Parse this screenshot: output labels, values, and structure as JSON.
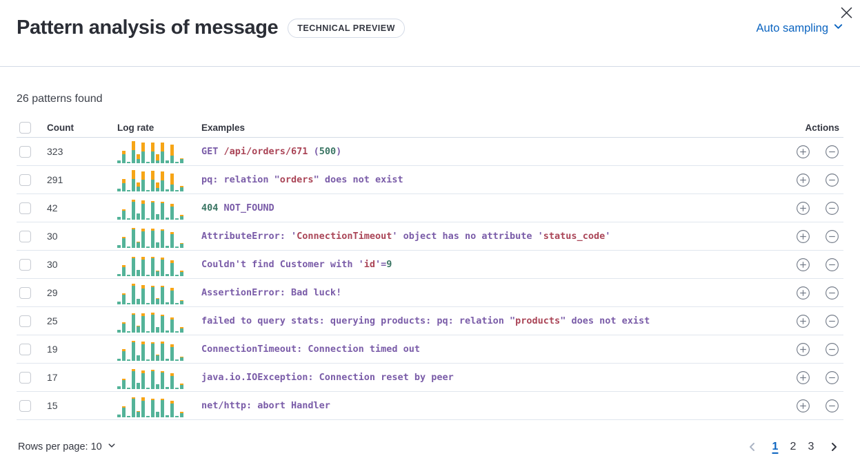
{
  "palette": {
    "purple": "#7A5CA8",
    "red": "#AA4557",
    "teal": "#3A7563",
    "bar_green": "#54B399",
    "bar_orange": "#F6A516",
    "link_blue": "#0B64C0",
    "icon_gray": "#757D8A",
    "disabled_gray": "#ABB4C4"
  },
  "header": {
    "title": "Pattern analysis of message",
    "badge": "TECHNICAL PREVIEW",
    "sampling_label": "Auto sampling"
  },
  "summary": "26 patterns found",
  "table": {
    "columns": {
      "count": "Count",
      "log_rate": "Log rate",
      "examples": "Examples",
      "actions": "Actions"
    },
    "rows": [
      {
        "count": "323",
        "sparkline": [
          [
            4,
            0
          ],
          [
            13,
            5
          ],
          [
            2,
            0
          ],
          [
            19,
            13
          ],
          [
            6,
            7
          ],
          [
            17,
            13
          ],
          [
            2,
            0
          ],
          [
            17,
            13
          ],
          [
            4,
            9
          ],
          [
            17,
            13
          ],
          [
            4,
            0
          ],
          [
            11,
            16
          ],
          [
            2,
            0
          ],
          [
            6,
            1
          ]
        ],
        "example": [
          [
            "GET ",
            "purple"
          ],
          [
            "/api/orders/671",
            "red"
          ],
          [
            " (",
            "purple"
          ],
          [
            "500",
            "teal"
          ],
          [
            ")",
            "purple"
          ]
        ]
      },
      {
        "count": "291",
        "sparkline": [
          [
            4,
            0
          ],
          [
            12,
            6
          ],
          [
            2,
            0
          ],
          [
            18,
            13
          ],
          [
            7,
            6
          ],
          [
            17,
            12
          ],
          [
            2,
            0
          ],
          [
            17,
            13
          ],
          [
            5,
            8
          ],
          [
            16,
            13
          ],
          [
            3,
            0
          ],
          [
            10,
            16
          ],
          [
            2,
            0
          ],
          [
            6,
            2
          ]
        ],
        "example": [
          [
            "pq: relation \"",
            "purple"
          ],
          [
            "orders",
            "red"
          ],
          [
            "\" does not exist",
            "purple"
          ]
        ]
      },
      {
        "count": "42",
        "sparkline": [
          [
            4,
            0
          ],
          [
            13,
            2
          ],
          [
            2,
            0
          ],
          [
            26,
            3
          ],
          [
            9,
            0
          ],
          [
            23,
            5
          ],
          [
            2,
            0
          ],
          [
            25,
            2
          ],
          [
            8,
            0
          ],
          [
            24,
            2
          ],
          [
            3,
            0
          ],
          [
            19,
            4
          ],
          [
            2,
            0
          ],
          [
            5,
            2
          ]
        ],
        "example": [
          [
            "404",
            "teal"
          ],
          [
            " NOT_FOUND",
            "purple"
          ]
        ]
      },
      {
        "count": "30",
        "sparkline": [
          [
            4,
            0
          ],
          [
            14,
            2
          ],
          [
            2,
            0
          ],
          [
            27,
            2
          ],
          [
            8,
            1
          ],
          [
            24,
            4
          ],
          [
            2,
            0
          ],
          [
            25,
            3
          ],
          [
            8,
            0
          ],
          [
            25,
            2
          ],
          [
            3,
            0
          ],
          [
            20,
            3
          ],
          [
            2,
            0
          ],
          [
            6,
            1
          ]
        ],
        "example": [
          [
            "AttributeError: '",
            "purple"
          ],
          [
            "ConnectionTimeout",
            "red"
          ],
          [
            "' object has no attribute '",
            "purple"
          ],
          [
            "status_code",
            "red"
          ],
          [
            "'",
            "purple"
          ]
        ]
      },
      {
        "count": "30",
        "sparkline": [
          [
            3,
            0
          ],
          [
            13,
            3
          ],
          [
            2,
            0
          ],
          [
            26,
            2
          ],
          [
            9,
            0
          ],
          [
            24,
            4
          ],
          [
            2,
            0
          ],
          [
            26,
            2
          ],
          [
            7,
            1
          ],
          [
            24,
            3
          ],
          [
            3,
            0
          ],
          [
            19,
            4
          ],
          [
            2,
            0
          ],
          [
            6,
            2
          ]
        ],
        "example": [
          [
            "Couldn't find Customer with '",
            "purple"
          ],
          [
            "id",
            "red"
          ],
          [
            "'=",
            "purple"
          ],
          [
            "9",
            "teal"
          ]
        ]
      },
      {
        "count": "29",
        "sparkline": [
          [
            4,
            0
          ],
          [
            14,
            2
          ],
          [
            2,
            0
          ],
          [
            27,
            3
          ],
          [
            8,
            0
          ],
          [
            23,
            5
          ],
          [
            2,
            0
          ],
          [
            25,
            2
          ],
          [
            8,
            1
          ],
          [
            25,
            2
          ],
          [
            3,
            0
          ],
          [
            20,
            4
          ],
          [
            2,
            0
          ],
          [
            5,
            1
          ]
        ],
        "example": [
          [
            "AssertionError: Bad luck!",
            "purple"
          ]
        ]
      },
      {
        "count": "25",
        "sparkline": [
          [
            4,
            0
          ],
          [
            13,
            2
          ],
          [
            2,
            0
          ],
          [
            26,
            2
          ],
          [
            9,
            1
          ],
          [
            24,
            4
          ],
          [
            2,
            0
          ],
          [
            26,
            3
          ],
          [
            8,
            0
          ],
          [
            24,
            2
          ],
          [
            3,
            0
          ],
          [
            19,
            3
          ],
          [
            2,
            0
          ],
          [
            6,
            2
          ]
        ],
        "example": [
          [
            "failed to query stats: querying products: pq: relation \"",
            "purple"
          ],
          [
            "products",
            "red"
          ],
          [
            "\" does not exist",
            "purple"
          ]
        ]
      },
      {
        "count": "19",
        "sparkline": [
          [
            3,
            0
          ],
          [
            14,
            3
          ],
          [
            2,
            0
          ],
          [
            27,
            2
          ],
          [
            8,
            0
          ],
          [
            24,
            4
          ],
          [
            2,
            0
          ],
          [
            25,
            2
          ],
          [
            8,
            1
          ],
          [
            25,
            3
          ],
          [
            3,
            0
          ],
          [
            20,
            4
          ],
          [
            2,
            0
          ],
          [
            5,
            1
          ]
        ],
        "example": [
          [
            "ConnectionTimeout: Connection timed out",
            "purple"
          ]
        ]
      },
      {
        "count": "17",
        "sparkline": [
          [
            4,
            0
          ],
          [
            13,
            2
          ],
          [
            2,
            0
          ],
          [
            26,
            3
          ],
          [
            9,
            0
          ],
          [
            23,
            4
          ],
          [
            2,
            0
          ],
          [
            26,
            2
          ],
          [
            7,
            0
          ],
          [
            24,
            2
          ],
          [
            3,
            0
          ],
          [
            19,
            4
          ],
          [
            2,
            0
          ],
          [
            6,
            2
          ]
        ],
        "example": [
          [
            "java.io.IOException: Connection reset by peer",
            "purple"
          ]
        ]
      },
      {
        "count": "15",
        "sparkline": [
          [
            4,
            0
          ],
          [
            14,
            2
          ],
          [
            2,
            0
          ],
          [
            27,
            2
          ],
          [
            8,
            1
          ],
          [
            24,
            5
          ],
          [
            2,
            0
          ],
          [
            25,
            2
          ],
          [
            8,
            0
          ],
          [
            25,
            2
          ],
          [
            3,
            0
          ],
          [
            20,
            4
          ],
          [
            2,
            0
          ],
          [
            6,
            2
          ]
        ],
        "example": [
          [
            "net/http: abort Handler",
            "purple"
          ]
        ]
      }
    ]
  },
  "footer": {
    "rows_per_page_label": "Rows per page: 10",
    "pages": [
      "1",
      "2",
      "3"
    ],
    "active_page": "1"
  }
}
